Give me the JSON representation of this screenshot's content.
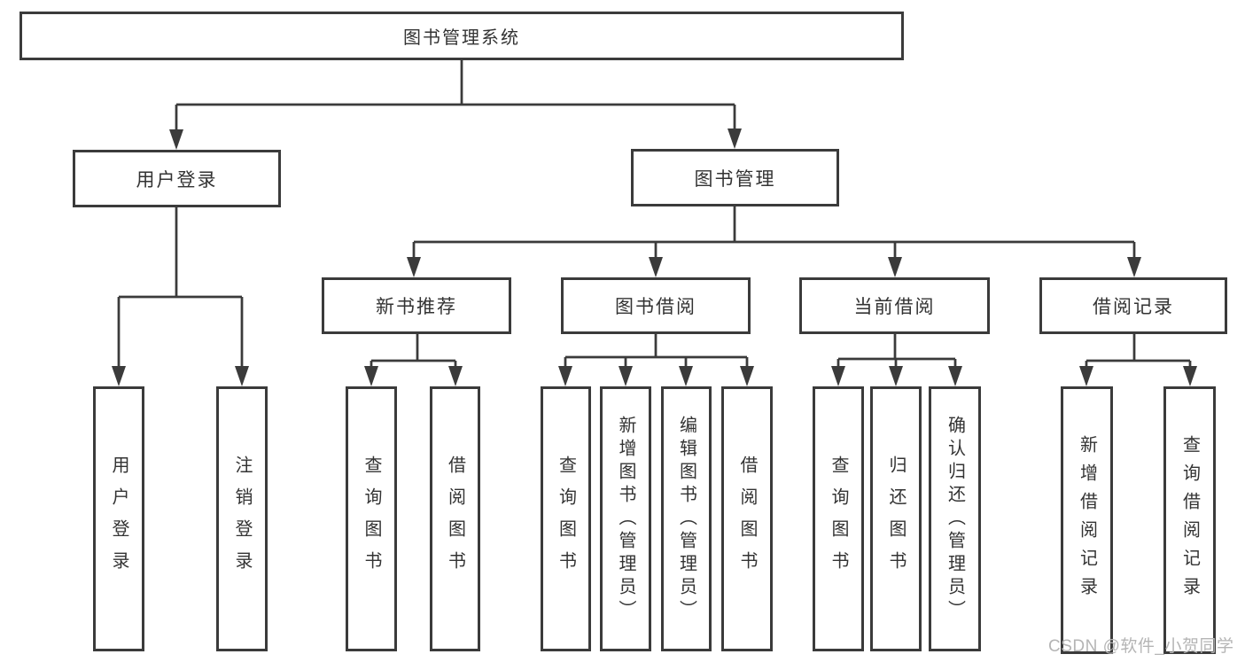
{
  "root": {
    "label": "图书管理系统"
  },
  "login": {
    "label": "用户登录",
    "children": [
      "用户登录",
      "注销登录"
    ]
  },
  "mgmt": {
    "label": "图书管理",
    "sections": [
      {
        "label": "新书推荐",
        "children": [
          "查询图书",
          "借阅图书"
        ]
      },
      {
        "label": "图书借阅",
        "children": [
          "查询图书",
          "新增图书（管理员）",
          "编辑图书（管理员）",
          "借阅图书"
        ]
      },
      {
        "label": "当前借阅",
        "children": [
          "查询图书",
          "归还图书",
          "确认归还（管理员）"
        ]
      },
      {
        "label": "借阅记录",
        "children": [
          "新增借阅记录",
          "查询借阅记录"
        ]
      }
    ]
  },
  "watermark": {
    "text": "CSDN @软件_小贺同学"
  },
  "colors": {
    "line": "#3b3b3b",
    "text": "#333333",
    "watermark": "#b5b5b5",
    "background": "#ffffff"
  }
}
